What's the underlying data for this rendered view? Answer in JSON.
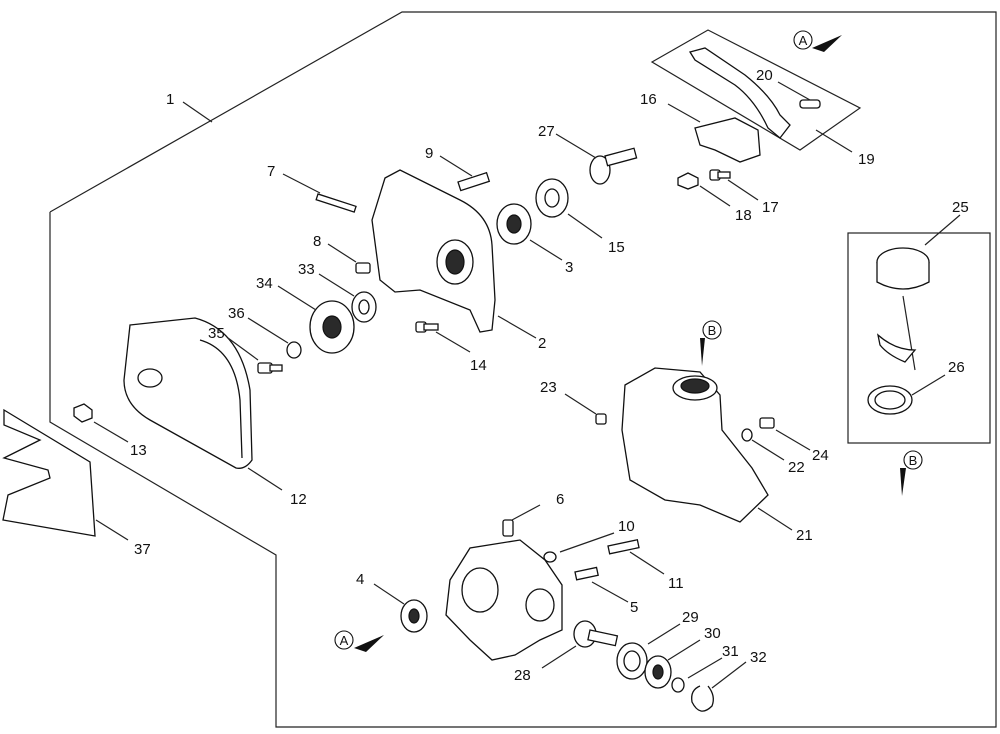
{
  "callouts": {
    "c1": "1",
    "c2": "2",
    "c3": "3",
    "c4": "4",
    "c5": "5",
    "c6": "6",
    "c7": "7",
    "c8": "8",
    "c9": "9",
    "c10": "10",
    "c11": "11",
    "c12": "12",
    "c13": "13",
    "c14": "14",
    "c15": "15",
    "c16": "16",
    "c17": "17",
    "c18": "18",
    "c19": "19",
    "c20": "20",
    "c21": "21",
    "c22": "22",
    "c23": "23",
    "c24": "24",
    "c25": "25",
    "c26": "26",
    "c27": "27",
    "c28": "28",
    "c29": "29",
    "c30": "30",
    "c31": "31",
    "c32": "32",
    "c33": "33",
    "c34": "34",
    "c35": "35",
    "c36": "36",
    "c37": "37"
  },
  "refs": {
    "a_top": "A",
    "a_bottom": "A",
    "b_center": "B",
    "b_right": "B"
  }
}
